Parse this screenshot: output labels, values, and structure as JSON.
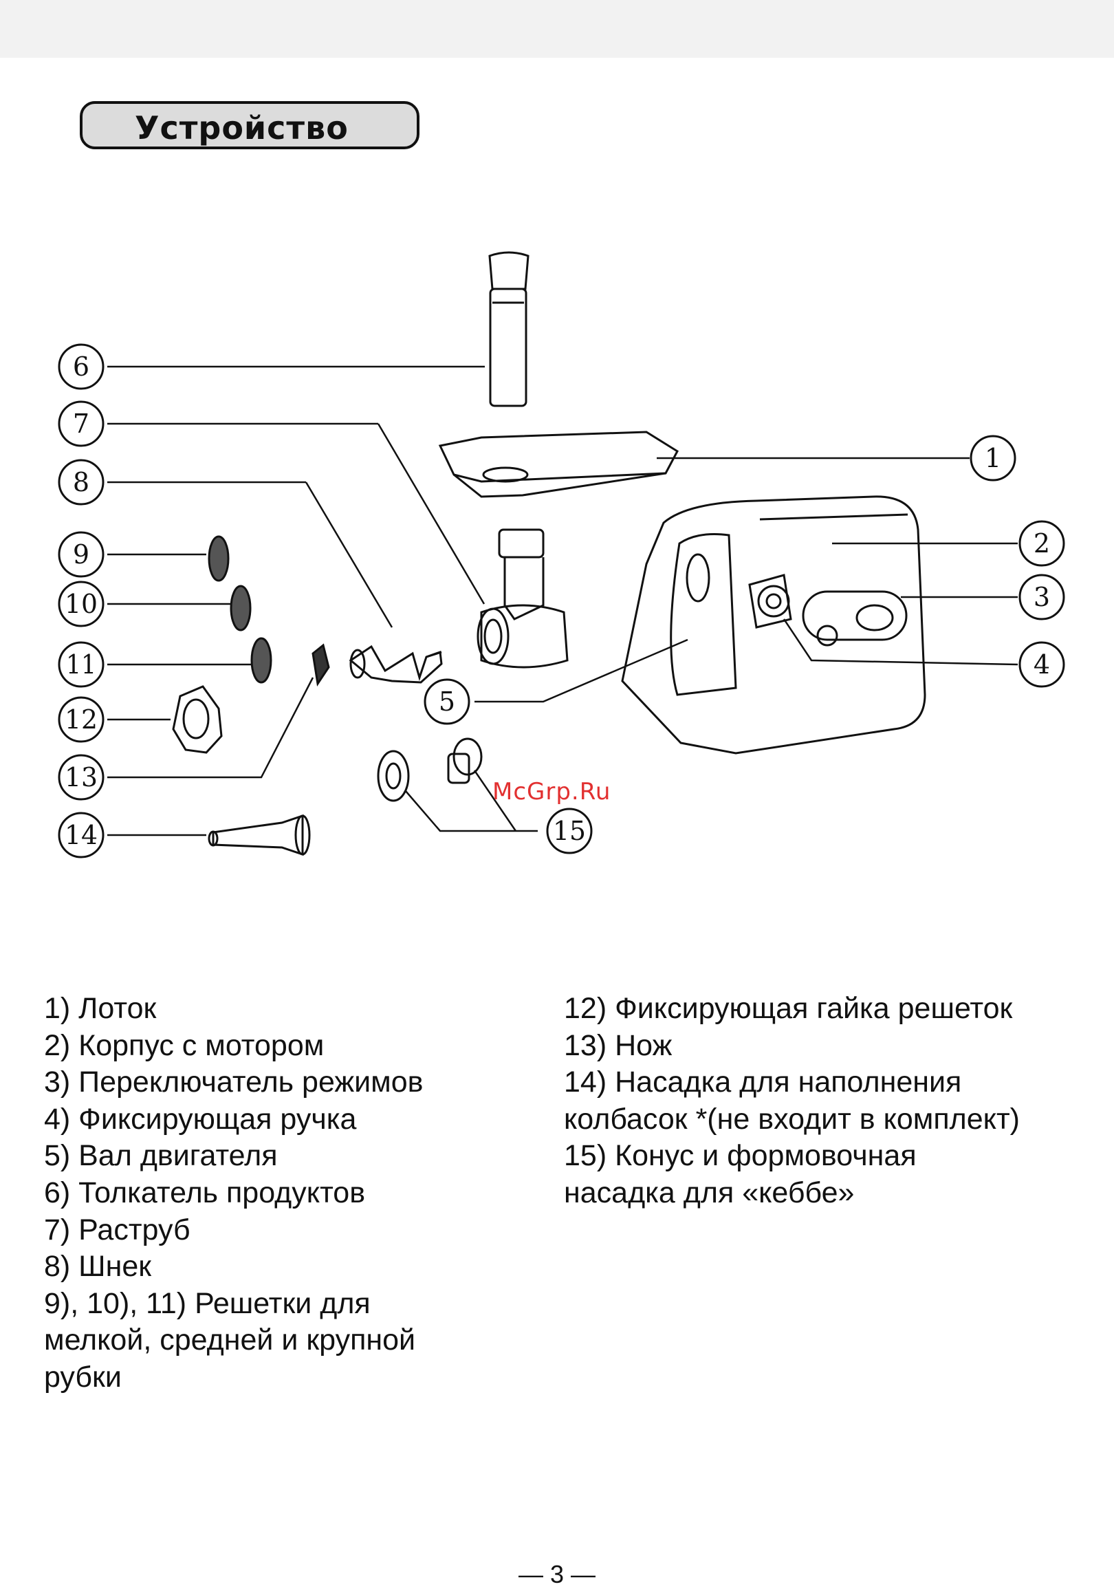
{
  "header": {
    "section_title": "Устройство"
  },
  "diagram": {
    "callouts": [
      "1",
      "2",
      "3",
      "4",
      "5",
      "6",
      "7",
      "8",
      "9",
      "10",
      "11",
      "12",
      "13",
      "14",
      "15"
    ],
    "watermark": "McGrp.Ru"
  },
  "legend": {
    "left": [
      "1)  Лоток",
      "2)  Корпус с мотором",
      "3)  Переключатель режимов",
      "4)  Фиксирующая ручка",
      "5)  Вал двигателя",
      "6)  Толкатель продуктов",
      "7)  Раструб",
      "8)  Шнек",
      "9), 10), 11)  Решетки для",
      "мелкой, средней и крупной",
      "рубки"
    ],
    "right": [
      "12)  Фиксирующая гайка решеток",
      "13)  Нож",
      "14)  Насадка для наполнения",
      "колбасок *(не входит в комплект)",
      "15)  Конус и формовочная",
      "насадка для «кеббе»"
    ]
  },
  "footer": {
    "page_number": "— 3 —"
  }
}
